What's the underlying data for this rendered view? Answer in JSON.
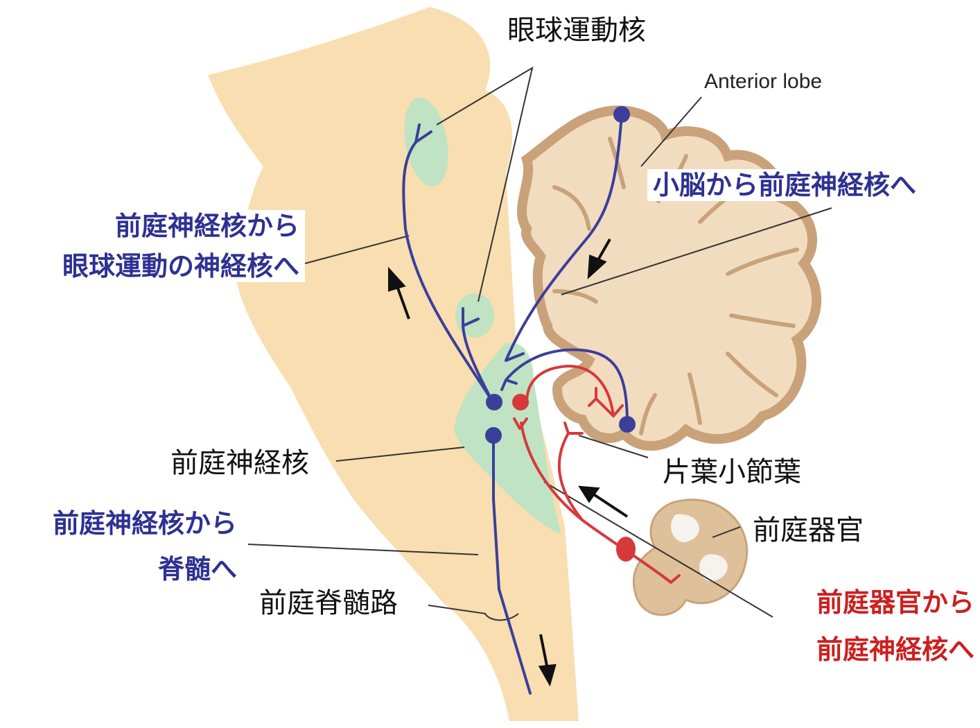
{
  "labels": {
    "oculomotor_nuclei": "眼球運動核",
    "anterior_lobe": "Anterior lobe",
    "cerebellum_to_vn": "小脳から前庭神経核へ",
    "vn_to_oculo_line1": "前庭神経核から",
    "vn_to_oculo_line2": "眼球運動の神経核へ",
    "vestibular_nucleus": "前庭神経核",
    "flocculonodular_lobe": "片葉小節葉",
    "vestibular_organ": "前庭器官",
    "vn_to_spinal_line1": "前庭神経核から",
    "vn_to_spinal_line2": "脊髄へ",
    "vestibulospinal_tract": "前庭脊髄路",
    "vo_to_vn_line1": "前庭器官から",
    "vo_to_vn_line2": "前庭神経核へ"
  },
  "colors": {
    "brainstem": "#f8deb0",
    "cerebellum": "#f2dcc0",
    "cerebellum_outline": "#c9a27a",
    "nucleus": "#bfe3c3",
    "pathway_blue": "#3b3f9a",
    "pathway_red": "#d6393a"
  }
}
